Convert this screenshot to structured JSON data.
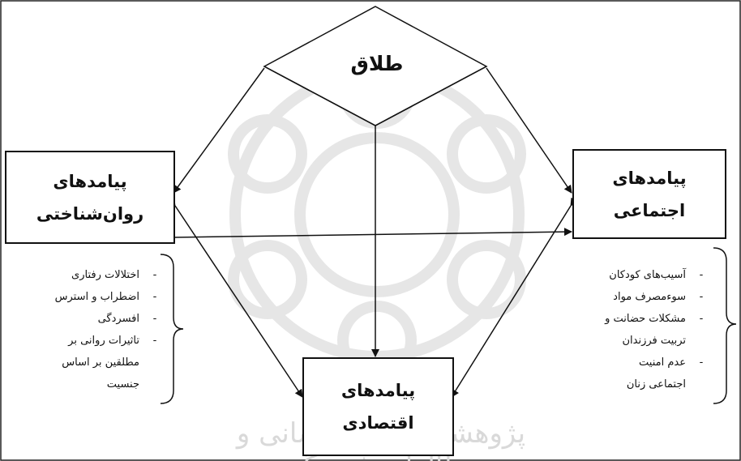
{
  "diagram": {
    "title": "طلاق",
    "boxes": {
      "psychological": [
        "پیامدهای",
        "روان‌شناختی"
      ],
      "social": [
        "پیامدهای",
        "اجتماعی"
      ],
      "economic": [
        "پیامدهای",
        "اقتصادی"
      ]
    },
    "psychological_items": [
      {
        "dash": "-",
        "text": "اختلالات رفتاری"
      },
      {
        "dash": "-",
        "text": "اضطراب و استرس"
      },
      {
        "dash": "-",
        "text": "افسردگی"
      },
      {
        "dash": "-",
        "text": "تاثیرات روانی بر"
      },
      {
        "dash": "",
        "text": "مطلقین بر اساس"
      },
      {
        "dash": "",
        "text": "جنسیت"
      }
    ],
    "social_items": [
      {
        "dash": "-",
        "text": "آسیب‌های کودکان"
      },
      {
        "dash": "-",
        "text": "سوءمصرف مواد"
      },
      {
        "dash": "-",
        "text": "مشکلات حضانت و"
      },
      {
        "dash": "",
        "text": "تربیت فرزندان"
      },
      {
        "dash": "-",
        "text": "عدم امنیت"
      },
      {
        "dash": "",
        "text": "اجتماعی زنان"
      }
    ],
    "watermark": "پژوهشگاه علوم انسانی و مطالعات فرهنگی"
  }
}
